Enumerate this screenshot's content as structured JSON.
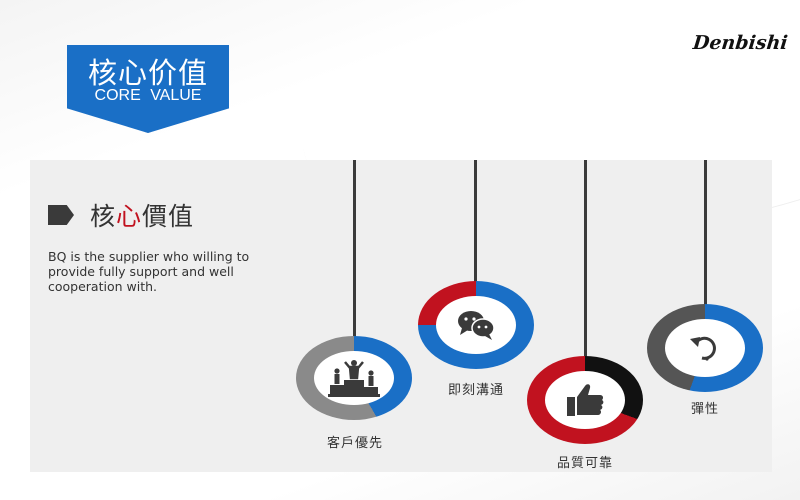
{
  "header": {
    "badge_title": "核心价值",
    "badge_subtitle": "CORE  VALUE",
    "logo_text": "Denbishi"
  },
  "section": {
    "title_prefix": "核",
    "title_accent": "心",
    "title_suffix": "價值",
    "description": "BQ is the supplier who willing to provide fully support and well cooperation with."
  },
  "values": [
    {
      "label": "客戶優先",
      "icon": "podium-people-icon",
      "colors": [
        "#1a6fc6",
        "#8a8a8a"
      ]
    },
    {
      "label": "即刻溝通",
      "icon": "chat-bubbles-icon",
      "colors": [
        "#c1121f",
        "#1a6fc6"
      ]
    },
    {
      "label": "品質可靠",
      "icon": "thumbs-up-icon",
      "colors": [
        "#111111",
        "#c1121f"
      ]
    },
    {
      "label": "彈性",
      "icon": "rotate-arrow-icon",
      "colors": [
        "#555555",
        "#1a6fc6"
      ]
    }
  ],
  "colors": {
    "blue": "#1a6fc6",
    "red": "#c1121f",
    "dark": "#3a3a3a",
    "panel": "#efefef"
  }
}
